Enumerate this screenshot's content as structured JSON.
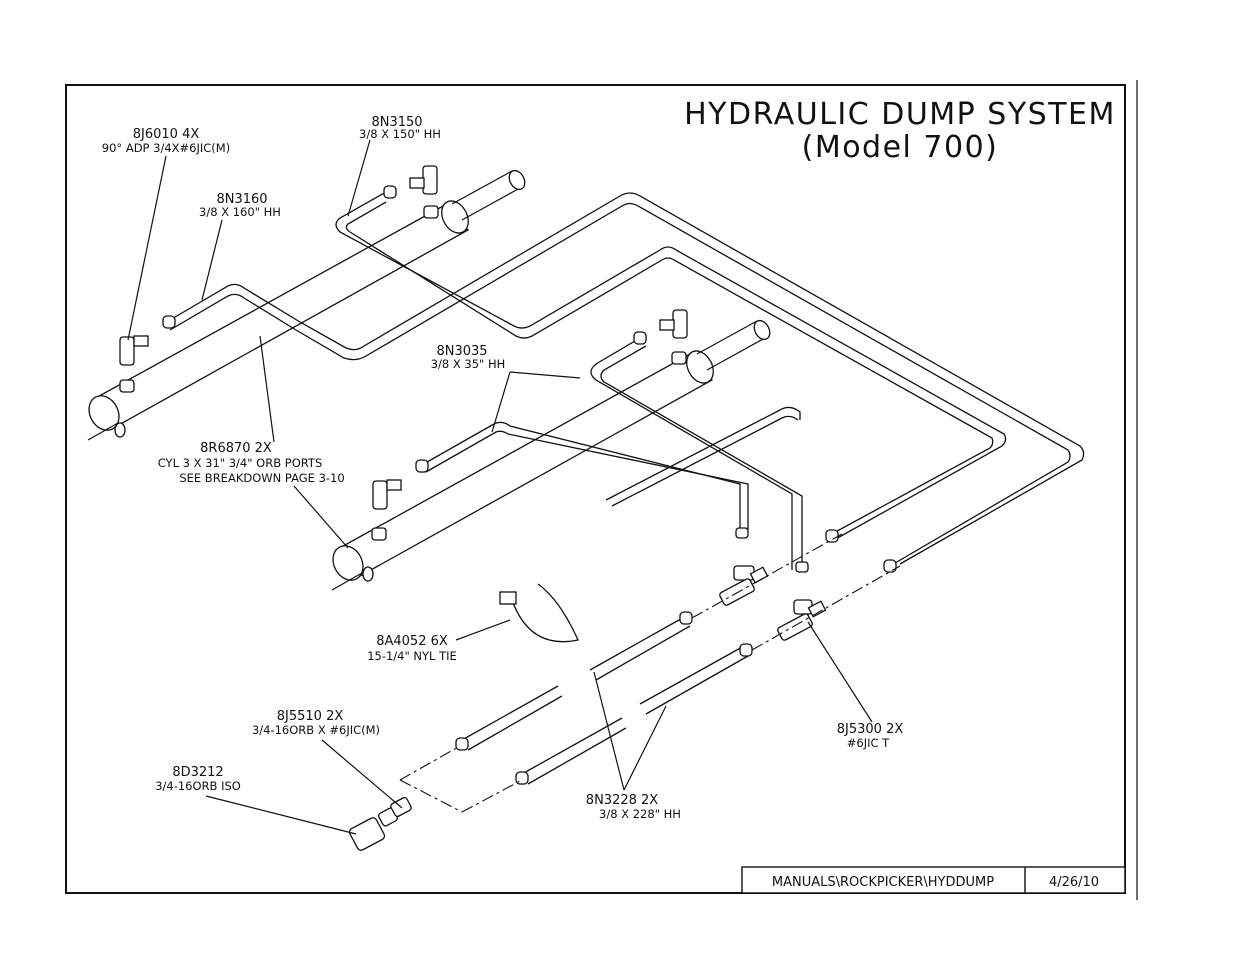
{
  "title": {
    "line1": "HYDRAULIC DUMP SYSTEM",
    "line2": "(Model 700)"
  },
  "callouts": {
    "c8J6010": {
      "part": "8J6010 4X",
      "desc": "90° ADP 3/4X#6JIC(M)"
    },
    "c8N3150": {
      "part": "8N3150",
      "desc": "3/8 X 150\" HH"
    },
    "c8N3160": {
      "part": "8N3160",
      "desc": "3/8 X 160\" HH"
    },
    "c8N3035": {
      "part": "8N3035",
      "desc": "3/8 X 35\" HH"
    },
    "c8R6870": {
      "part": "8R6870 2X",
      "desc": "CYL 3 X 31\" 3/4\" ORB PORTS",
      "desc2": "SEE BREAKDOWN PAGE 3-10"
    },
    "c8A4052": {
      "part": "8A4052 6X",
      "desc": "15-1/4\" NYL TIE"
    },
    "c8J5510": {
      "part": "8J5510 2X",
      "desc": "3/4-16ORB X #6JIC(M)"
    },
    "c8D3212": {
      "part": "8D3212",
      "desc": "3/4-16ORB ISO"
    },
    "c8N3228": {
      "part": "8N3228 2X",
      "desc": "3/8 X 228\" HH"
    },
    "c8J5300": {
      "part": "8J5300 2X",
      "desc": "#6JIC T"
    }
  },
  "title_block": {
    "path": "MANUALS\\ROCKPICKER\\HYDDUMP",
    "date": "4/26/10"
  }
}
